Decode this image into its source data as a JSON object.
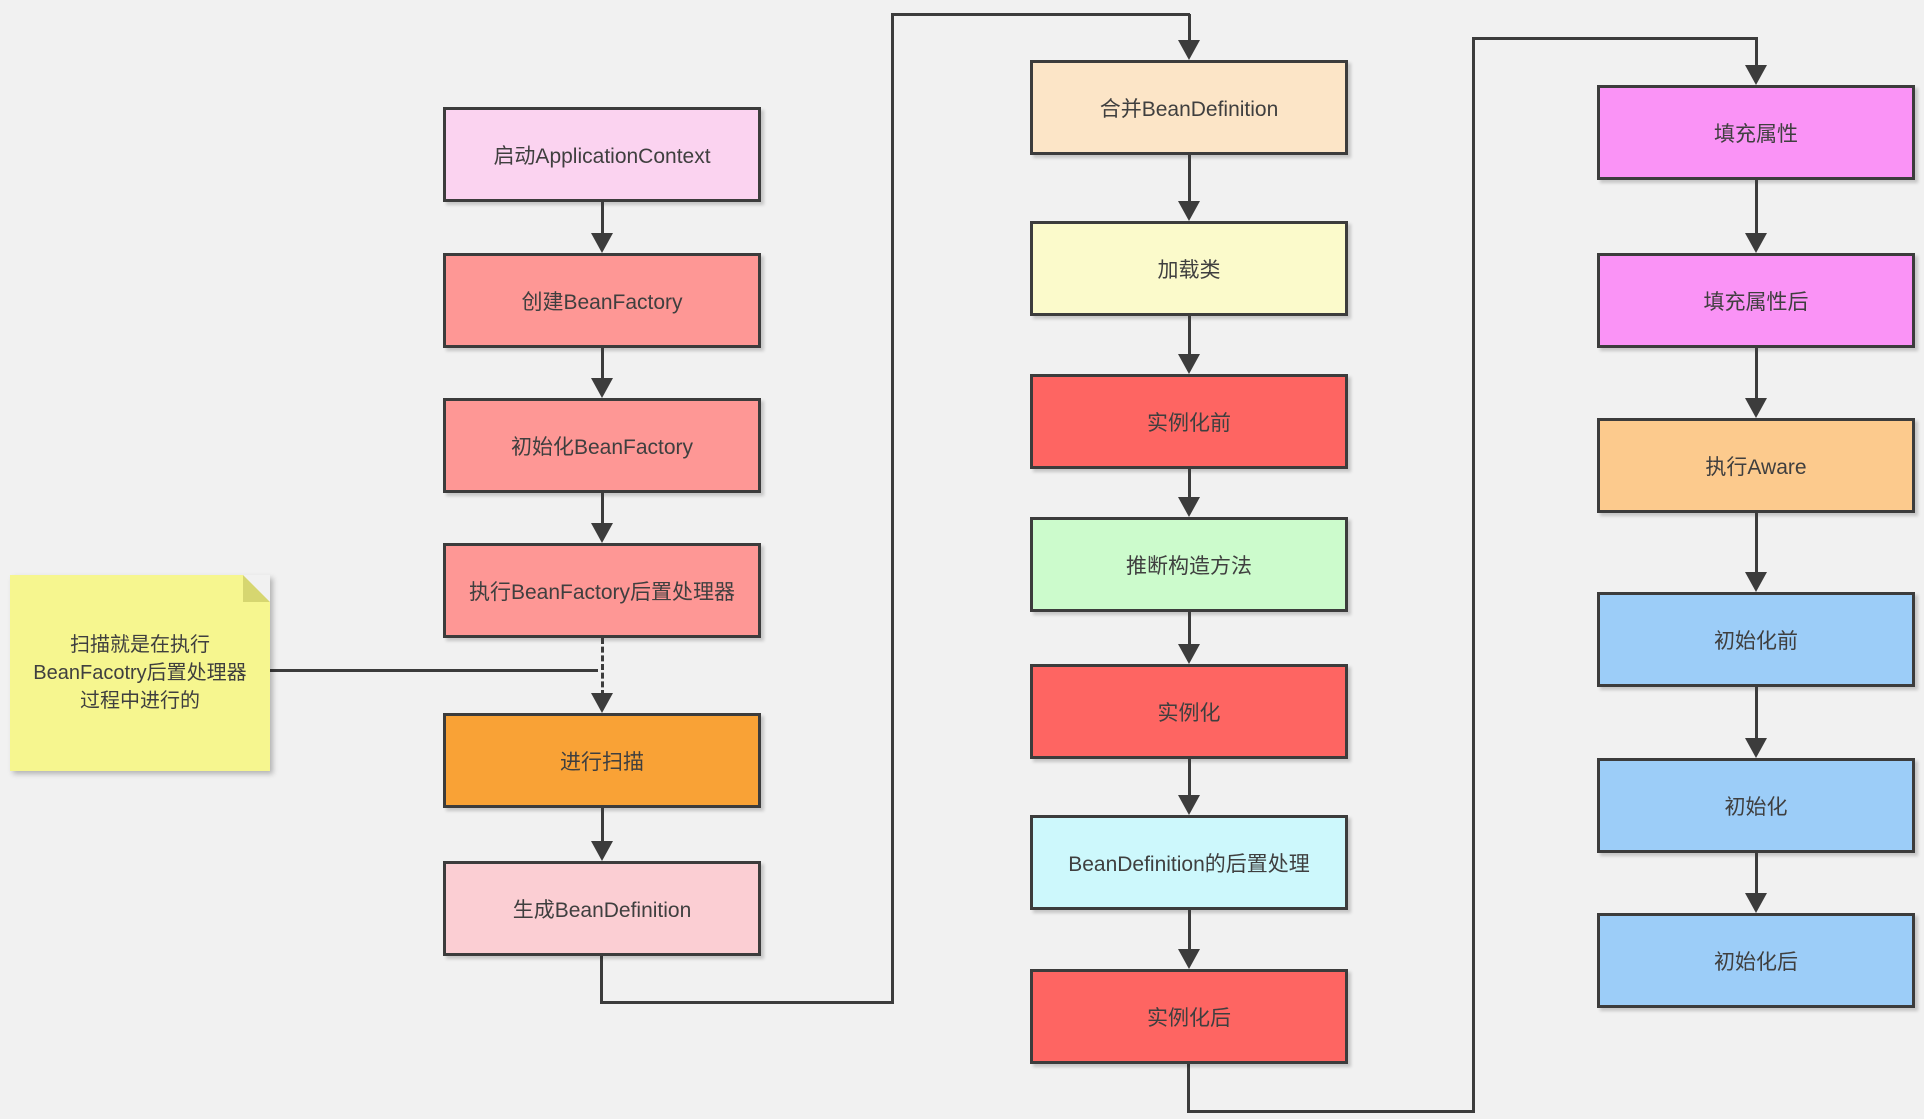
{
  "diagram": {
    "background_color": "#f1f1f1",
    "line_color": "#3c3c3c",
    "text_color": "#3f3f3f",
    "note": {
      "color": "#f6f68f",
      "fold_color": "#d6d670",
      "text_lines": [
        "扫描就是在执行",
        "BeanFacotry后置处理器",
        "过程中进行的"
      ]
    },
    "columns": [
      {
        "name": "application-context-startup",
        "boxes": [
          {
            "label": "启动ApplicationContext",
            "color": "#fbd3f0"
          },
          {
            "label": "创建BeanFactory",
            "color": "#fe9795"
          },
          {
            "label": "初始化BeanFactory",
            "color": "#fe9795"
          },
          {
            "label": "执行BeanFactory后置处理器",
            "color": "#fe9795"
          },
          {
            "label": "进行扫描",
            "color": "#f9a236"
          },
          {
            "label": "生成BeanDefinition",
            "color": "#fbced3"
          }
        ]
      },
      {
        "name": "bean-definition-and-instantiation",
        "boxes": [
          {
            "label": "合并BeanDefinition",
            "color": "#fce5c7"
          },
          {
            "label": "加载类",
            "color": "#fbfacb"
          },
          {
            "label": "实例化前",
            "color": "#fe6562"
          },
          {
            "label": "推断构造方法",
            "color": "#ccfbcc"
          },
          {
            "label": "实例化",
            "color": "#fe6562"
          },
          {
            "label": "BeanDefinition的后置处理",
            "color": "#cdf8fc"
          },
          {
            "label": "实例化后",
            "color": "#fe6562"
          }
        ]
      },
      {
        "name": "property-fill-and-initialization",
        "boxes": [
          {
            "label": "填充属性",
            "color": "#fa93f6"
          },
          {
            "label": "填充属性后",
            "color": "#fa93f6"
          },
          {
            "label": "执行Aware",
            "color": "#fcca8d"
          },
          {
            "label": "初始化前",
            "color": "#9ccdf8"
          },
          {
            "label": "初始化",
            "color": "#9ccdf8"
          },
          {
            "label": "初始化后",
            "color": "#9ccdf8"
          }
        ]
      }
    ]
  }
}
